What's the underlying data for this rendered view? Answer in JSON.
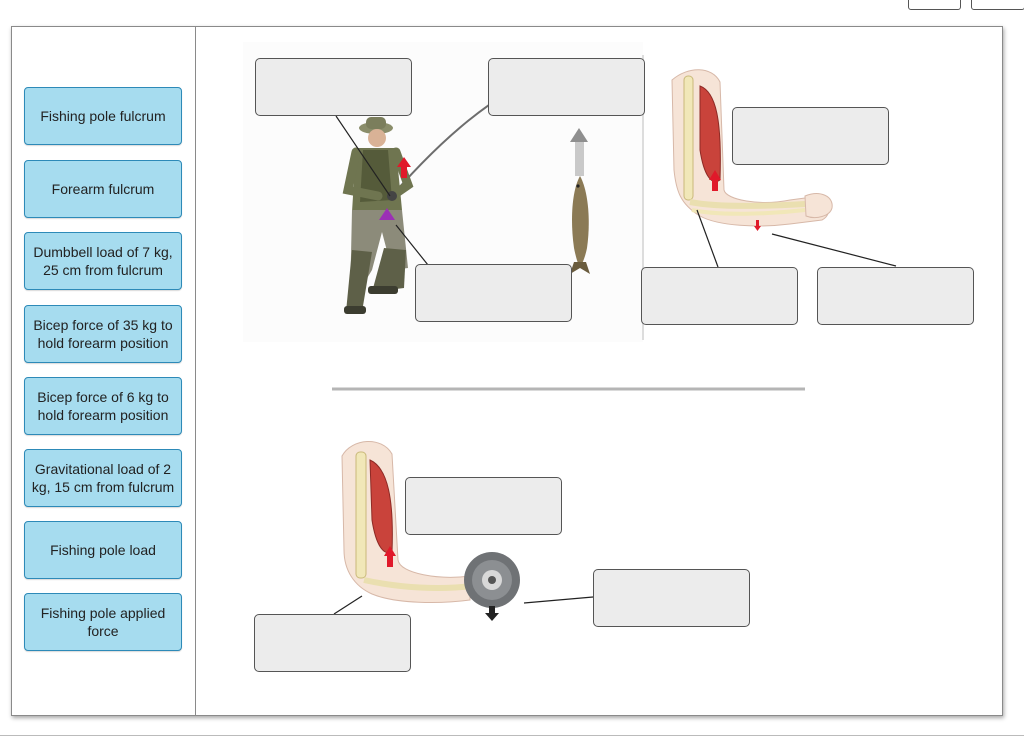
{
  "labels": [
    "Fishing pole fulcrum",
    "Forearm fulcrum",
    "Dumbbell load of 7 kg, 25 cm from fulcrum",
    "Bicep force of 35 kg to hold forearm position",
    "Bicep force of 6 kg to hold forearm position",
    "Gravitational load of 2 kg, 15 cm from fulcrum",
    "Fishing pole load",
    "Fishing pole applied force"
  ],
  "drop_targets": [
    {
      "name": "fisherman-top-left-target",
      "value": ""
    },
    {
      "name": "fishing-line-target",
      "value": ""
    },
    {
      "name": "fisherman-bottom-target",
      "value": ""
    },
    {
      "name": "forearm-top-target",
      "value": ""
    },
    {
      "name": "forearm-elbow-target",
      "value": ""
    },
    {
      "name": "forearm-hand-target",
      "value": ""
    },
    {
      "name": "dumbbell-arm-top-target",
      "value": ""
    },
    {
      "name": "dumbbell-arm-elbow-target",
      "value": ""
    },
    {
      "name": "dumbbell-target",
      "value": ""
    }
  ],
  "colors": {
    "label_fill": "#a6dcef",
    "label_border": "#2d8ab8",
    "target_fill": "#ececec",
    "force_arrow": "#e0192a",
    "fulcrum_marker": "#9b30b5"
  },
  "icons": [
    "reset-button",
    "help-button"
  ]
}
